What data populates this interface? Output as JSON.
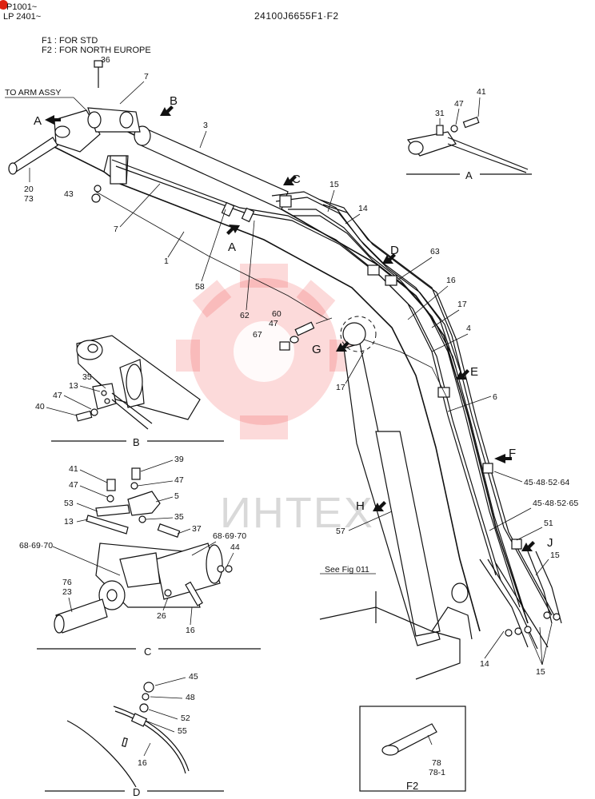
{
  "header": {
    "serial_1": "P1001~",
    "serial_2": "LP 2401~",
    "drawing_code": "24100J6655F1·F2",
    "note_f1": "F1 : FOR STD",
    "note_f2": "F2 : FOR NORTH EUROPE",
    "to_arm": "TO ARM ASSY"
  },
  "watermark": {
    "text": "ИНТЕХ",
    "color": "#e33333"
  },
  "see_fig": "See Fig 011",
  "view_letters": [
    "A",
    "B",
    "C",
    "D",
    "E",
    "F",
    "G",
    "H",
    "J"
  ],
  "callouts": {
    "p1": "1",
    "p3": "3",
    "p4": "4",
    "p5": "5",
    "p6": "6",
    "p7a": "7",
    "p7b": "7",
    "p7c": "7",
    "p13a": "13",
    "p13b": "13",
    "p14a": "14",
    "p14b": "14",
    "p15a": "15",
    "p15b": "15",
    "p15c": "15",
    "p16a": "16",
    "p16b": "16",
    "p16c": "16",
    "p17a": "17",
    "p17b": "17",
    "p20": "20",
    "p73": "73",
    "p23": "23",
    "p76": "76",
    "p26": "26",
    "p31": "31",
    "p35a": "35",
    "p35b": "35",
    "p36": "36",
    "p37": "37",
    "p39": "39",
    "p40": "40",
    "p41a": "41",
    "p41b": "41",
    "p43": "43",
    "p44": "44",
    "p45": "45",
    "p47a": "47",
    "p47b": "47",
    "p47c": "47",
    "p47d": "47",
    "p47e": "47",
    "p48": "48",
    "p51": "51",
    "p52": "52",
    "p53": "53",
    "p55": "55",
    "p57": "57",
    "p58": "58",
    "p60": "60",
    "p62": "62",
    "p63": "63",
    "p67": "67",
    "p686970a": "68·69·70",
    "p686970b": "68·69·70",
    "p45485264": "45·48·52·64",
    "p45485265": "45·48·52·65",
    "p78": "78",
    "p781": "78-1"
  },
  "views": {
    "a_label": "A",
    "b_label": "B",
    "c_label": "C",
    "d_label": "D",
    "f2_label": "F2"
  }
}
